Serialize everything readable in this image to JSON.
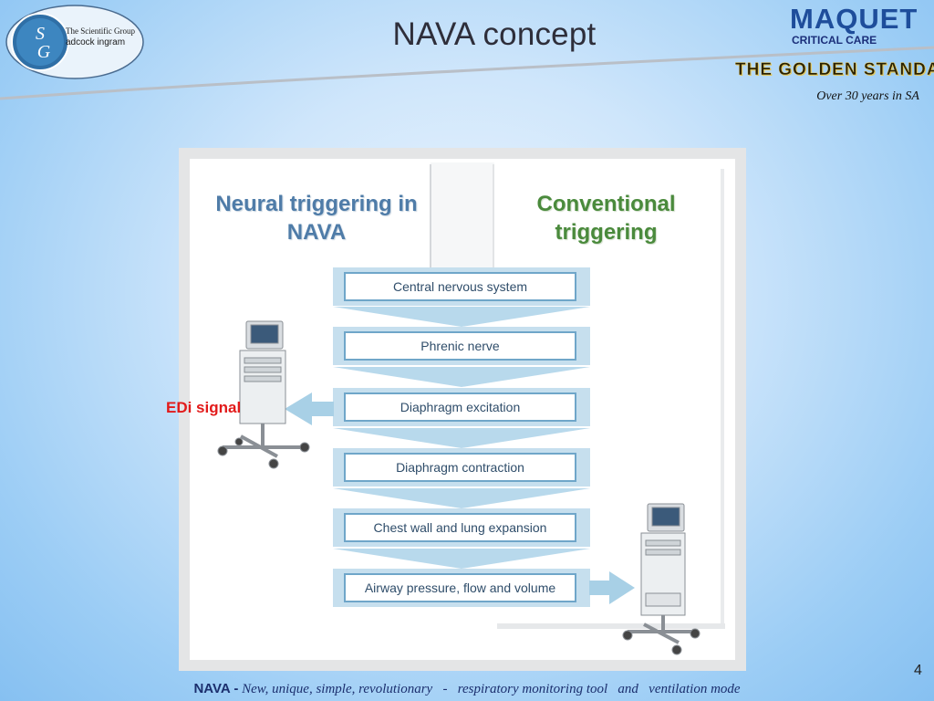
{
  "header": {
    "title": "NAVA concept",
    "logo_left": {
      "line1": "The Scientific Group",
      "line2": "adcock ingram",
      "monogram": "S G"
    },
    "brand": {
      "name": "MAQUET",
      "division": "CRITICAL CARE",
      "tagline": "THE GOLDEN STANDARD",
      "experience": "Over 30 years in SA"
    }
  },
  "diagram": {
    "neural_title": "Neural triggering in NAVA",
    "conventional_title": "Conventional triggering",
    "steps": [
      "Central nervous system",
      "Phrenic nerve",
      "Diaphragm excitation",
      "Diaphragm contraction",
      "Chest wall and lung expansion",
      "Airway pressure, flow and volume"
    ],
    "edi_label": "EDi signal",
    "colors": {
      "neural": "#4f7ca8",
      "conventional": "#4a8a3c",
      "arrow": "#9fcbe2",
      "edi": "#e21a1a"
    }
  },
  "footer": {
    "prefix": "NAVA -",
    "text": "New, unique, simple, revolutionary   -   respiratory monitoring tool   and   ventilation mode",
    "slide_number": "4"
  }
}
